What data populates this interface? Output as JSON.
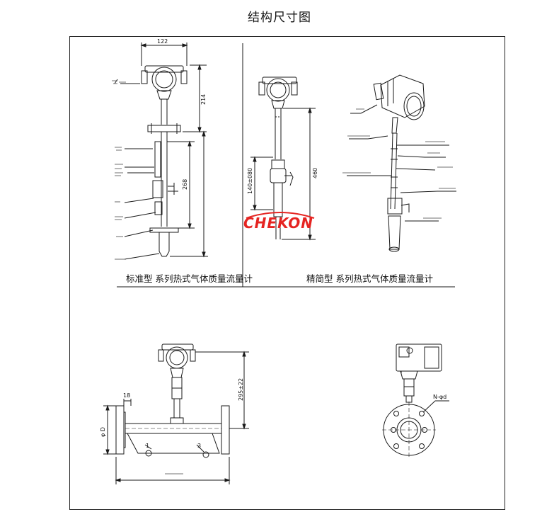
{
  "title": "结构尺寸图",
  "captions": {
    "standard": "标准型 系列热式气体质量流量计",
    "compact": "精简型 系列热式气体质量流量计"
  },
  "dimensions": {
    "standard_width": "122",
    "standard_head": "214",
    "standard_insert": "268",
    "compact_valve": "140±080",
    "compact_length": "460",
    "pipe_flange": "18",
    "pipe_height": "295±22",
    "pipe_dia": "φ D",
    "flange_bolt": "N-φd"
  },
  "logo": {
    "text": "CHEKON",
    "color": "#e52421"
  },
  "colors": {
    "line": "#1a1a1a"
  }
}
